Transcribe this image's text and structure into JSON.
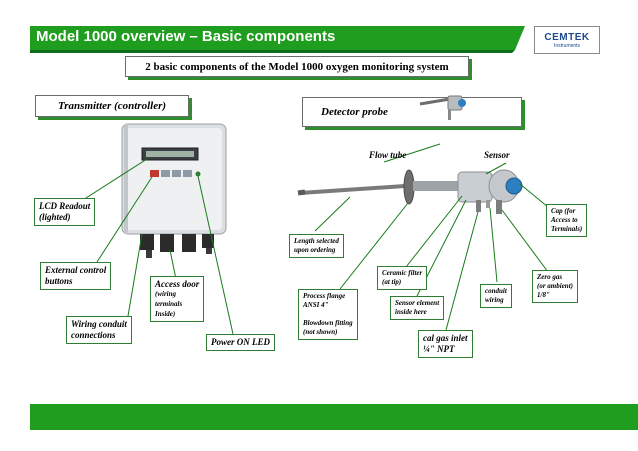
{
  "header": {
    "title": "Model 1000 overview – Basic components"
  },
  "logo": {
    "name": "CEMTEK",
    "tagline": "Instruments"
  },
  "subtitle": "2 basic components of the Model 1000 oxygen monitoring system",
  "sections": {
    "transmitter": "Transmitter (controller)",
    "detector": "Detector probe"
  },
  "transmitter_labels": {
    "lcd": [
      "LCD Readout",
      "(lighted)"
    ],
    "external": [
      "External control",
      "buttons"
    ],
    "wiring": [
      "Wiring conduit",
      "connections"
    ],
    "access": [
      "Access door",
      "(wiring",
      "terminals",
      "Inside)"
    ],
    "power": "Power ON LED"
  },
  "probe_labels": {
    "flow_tube": "Flow tube",
    "sensor": "Sensor",
    "length": [
      "Length selected",
      "upon ordering"
    ],
    "flange": [
      "Process flange",
      "ANSI 4\"",
      "",
      "Blowdown fitting",
      "(not shown)"
    ],
    "ceramic": [
      "Ceramic filter",
      "(at tip)"
    ],
    "sensor_element": [
      "Sensor element",
      "inside here"
    ],
    "cal_gas": [
      "cal gas inlet",
      "¼\" NPT"
    ],
    "conduit": [
      "conduit",
      "wiring"
    ],
    "zero_gas": [
      "Zero gas",
      "(or ambient)",
      "1/8\""
    ],
    "cap": [
      "Cap (for",
      "Access to",
      "Terminals)"
    ]
  },
  "colors": {
    "green": "#1f9d1f",
    "dark_green": "#0d6e1f",
    "line": "#1a7a1a"
  }
}
